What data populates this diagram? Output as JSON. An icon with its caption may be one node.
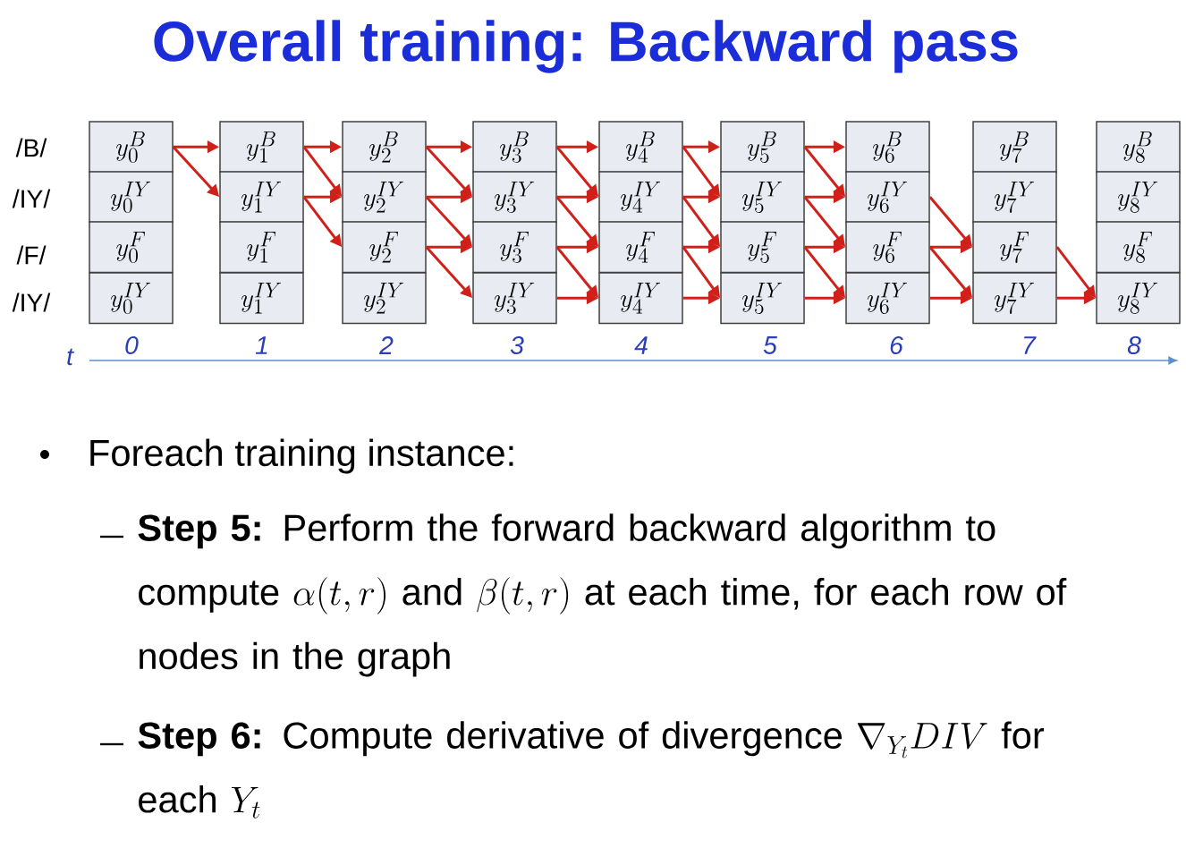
{
  "diagram": {
    "title": "Overall training: Backward pass",
    "nodes": [
      {
        "text": [
          "y_{0}^{B}"
        ]
      },
      {
        "text": [
          "y_{0}^{IY}"
        ]
      },
      {
        "text": [
          "y_{0}^{F}"
        ]
      },
      {
        "text": [
          "y_{0}^{IY}"
        ]
      },
      {
        "text": [
          "y_{1}^{B}"
        ]
      },
      {
        "text": [
          "y_{1}^{IY}"
        ]
      },
      {
        "text": [
          "y_{1}^{F}"
        ]
      },
      {
        "text": [
          "y_{1}^{IY}"
        ]
      },
      {
        "text": [
          "y_{2}^{B}"
        ]
      },
      {
        "text": [
          "y_{2}^{IY}"
        ]
      },
      {
        "text": [
          "y_{2}^{F}"
        ]
      },
      {
        "text": [
          "y_{2}^{IY}"
        ]
      },
      {
        "text": [
          "y_{3}^{B}"
        ]
      },
      {
        "text": [
          "y_{3}^{IY}"
        ]
      },
      {
        "text": [
          "y_{3}^{F}"
        ]
      },
      {
        "text": [
          "y_{3}^{IY}"
        ]
      },
      {
        "text": [
          "y_{4}^{B}"
        ]
      },
      {
        "text": [
          "y_{4}^{IY}"
        ]
      },
      {
        "text": [
          "y_{4}^{F}"
        ]
      },
      {
        "text": [
          "y_{4}^{IY}"
        ]
      },
      {
        "text": [
          "y_{5}^{B}"
        ]
      },
      {
        "text": [
          "y_{5}^{IY}"
        ]
      },
      {
        "text": [
          "y_{5}^{F}"
        ]
      },
      {
        "text": [
          "y_{5}^{IY}"
        ]
      },
      {
        "text": [
          "y_{6}^{B}"
        ]
      },
      {
        "text": [
          "y_{6}^{IY}"
        ]
      },
      {
        "text": [
          "y_{6}^{F}"
        ]
      },
      {
        "text": [
          "y_{6}^{IY}"
        ]
      },
      {
        "text": [
          "y_{7}^{B}"
        ]
      },
      {
        "text": [
          "y_{7}^{IY}"
        ]
      },
      {
        "text": [
          "y_{7}^{F}"
        ]
      },
      {
        "text": [
          "y_{7}^{IY}"
        ]
      },
      {
        "text": [
          "y_{8}^{B}"
        ]
      },
      {
        "text": [
          "y_{8}^{IY}"
        ]
      },
      {
        "text": [
          "y_{8}^{F}"
        ]
      },
      {
        "text": [
          "y_{8}^{IY}"
        ]
      }
    ],
    "edges": [
      {
        "from": 0,
        "to": 4,
        "arrow": "to"
      },
      {
        "from": 0,
        "to": 5,
        "arrow": "to"
      },
      {
        "from": 4,
        "to": 8,
        "arrow": "to"
      },
      {
        "from": 4,
        "to": 9,
        "arrow": "to"
      },
      {
        "from": 5,
        "to": 9,
        "arrow": "to"
      },
      {
        "from": 5,
        "to": 10,
        "arrow": "to"
      },
      {
        "from": 8,
        "to": 12,
        "arrow": "to"
      },
      {
        "from": 8,
        "to": 13,
        "arrow": "to"
      },
      {
        "from": 9,
        "to": 13,
        "arrow": "to"
      },
      {
        "from": 9,
        "to": 14,
        "arrow": "to"
      },
      {
        "from": 10,
        "to": 14,
        "arrow": "to"
      },
      {
        "from": 10,
        "to": 15,
        "arrow": "to"
      },
      {
        "from": 12,
        "to": 16,
        "arrow": "to"
      },
      {
        "from": 12,
        "to": 17,
        "arrow": "to"
      },
      {
        "from": 13,
        "to": 17,
        "arrow": "to"
      },
      {
        "from": 13,
        "to": 18,
        "arrow": "to"
      },
      {
        "from": 14,
        "to": 18,
        "arrow": "to"
      },
      {
        "from": 14,
        "to": 19,
        "arrow": "to"
      },
      {
        "from": 15,
        "to": 19,
        "arrow": "to"
      },
      {
        "from": 16,
        "to": 20,
        "arrow": "to"
      },
      {
        "from": 16,
        "to": 21,
        "arrow": "to"
      },
      {
        "from": 17,
        "to": 21,
        "arrow": "to"
      },
      {
        "from": 17,
        "to": 22,
        "arrow": "to"
      },
      {
        "from": 18,
        "to": 22,
        "arrow": "to"
      },
      {
        "from": 18,
        "to": 23,
        "arrow": "to"
      },
      {
        "from": 19,
        "to": 23,
        "arrow": "to"
      },
      {
        "from": 20,
        "to": 24,
        "arrow": "to"
      },
      {
        "from": 20,
        "to": 25,
        "arrow": "to"
      },
      {
        "from": 21,
        "to": 25,
        "arrow": "to"
      },
      {
        "from": 21,
        "to": 26,
        "arrow": "to"
      },
      {
        "from": 22,
        "to": 26,
        "arrow": "to"
      },
      {
        "from": 22,
        "to": 27,
        "arrow": "to"
      },
      {
        "from": 23,
        "to": 27,
        "arrow": "to"
      },
      {
        "from": 25,
        "to": 30,
        "arrow": "to"
      },
      {
        "from": 26,
        "to": 30,
        "arrow": "to"
      },
      {
        "from": 26,
        "to": 31,
        "arrow": "to"
      },
      {
        "from": 27,
        "to": 31,
        "arrow": "to"
      },
      {
        "from": 30,
        "to": 35,
        "arrow": "to"
      },
      {
        "from": 31,
        "to": 35,
        "arrow": "to"
      }
    ],
    "labels": [
      "/B/",
      "/IY/",
      "/F/",
      "/IY/",
      "t",
      "0",
      "1",
      "2",
      "3",
      "4",
      "5",
      "6",
      "7",
      "8",
      "Foreach training instance:",
      "**Step 5:**  Perform the forward backward algorithm to compute",
      "\\alpha(t,r)",
      "and",
      "\\beta(t,r)",
      "at each time, for each row of nodes in the graph",
      "**Step 6:** Compute derivative of divergence",
      "\\nabla_{Y_t}DIV",
      "for each",
      "Y_t"
    ]
  }
}
